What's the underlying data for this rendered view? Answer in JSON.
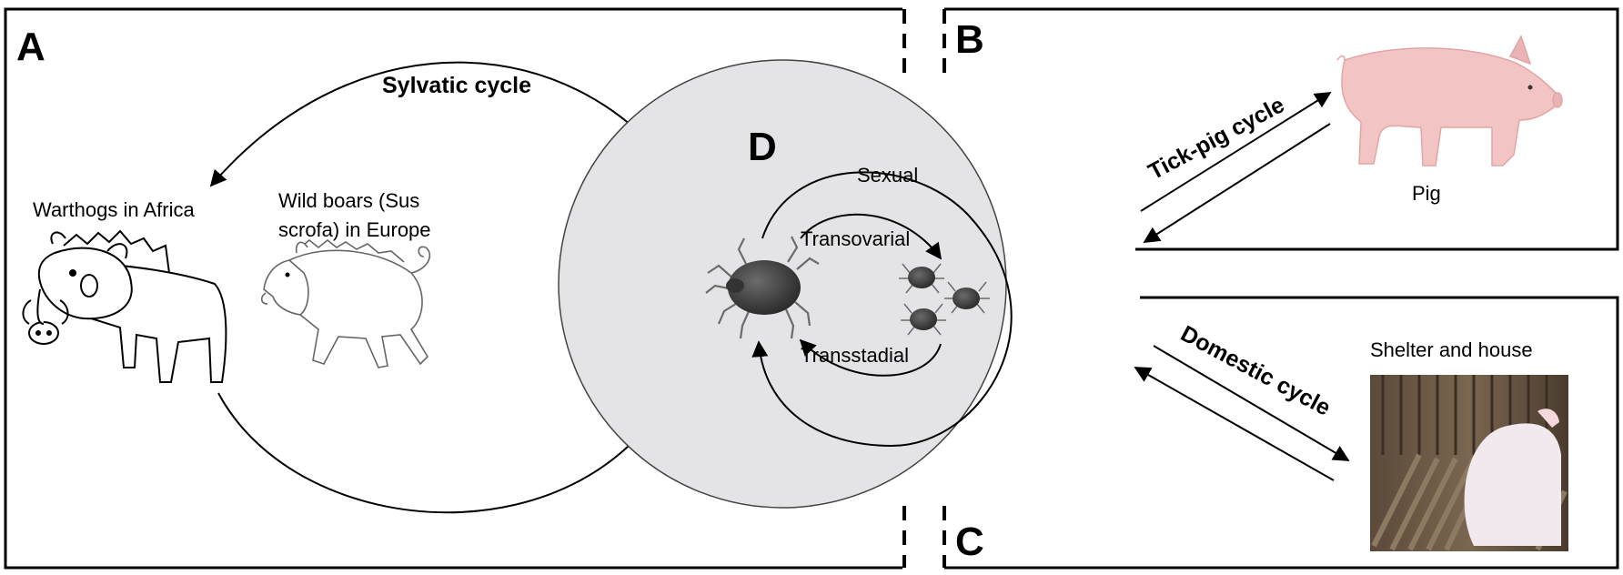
{
  "panels": {
    "a": {
      "letter": "A",
      "cycle_title": "Sylvatic cycle",
      "host1_label": "Warthogs in Africa",
      "host2_label_line1": "Wild boars (Sus",
      "host2_label_line2": "scrofa) in Europe"
    },
    "b": {
      "letter": "B",
      "cycle_title": "Tick-pig cycle",
      "host_label": "Pig"
    },
    "c": {
      "letter": "C",
      "cycle_title": "Domestic cycle",
      "host_label": "Shelter and house"
    },
    "d": {
      "letter": "D",
      "sexual_label": "Sexual",
      "transovarial_label": "Transovarial",
      "transstadial_label": "Transstadial"
    }
  },
  "colors": {
    "tick_circle_fill": "#e4e4e6",
    "pig_skin": "#f3c4c4",
    "tick_body": "#3e3e3e"
  }
}
